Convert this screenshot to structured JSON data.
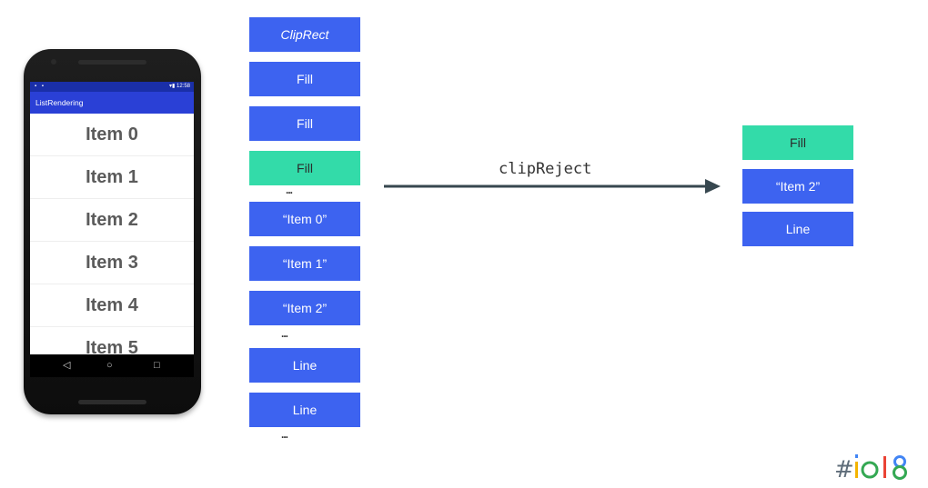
{
  "phone": {
    "status_time": "12:58",
    "app_title": "ListRendering",
    "list_items": [
      "Item 0",
      "Item 1",
      "Item 2",
      "Item 3",
      "Item 4",
      "Item 5"
    ],
    "nav": {
      "back": "◁",
      "home": "○",
      "recent": "□"
    }
  },
  "display_list": {
    "ops": [
      "ClipRect",
      "Fill",
      "Fill",
      "Fill",
      "“Item 0”",
      "“Item 1”",
      "“Item 2”",
      "Line",
      "Line"
    ],
    "ellipsis": "..."
  },
  "transform": {
    "label": "clipReject"
  },
  "result": {
    "ops": [
      "Fill",
      "“Item 2”",
      "Line"
    ]
  },
  "logo": {
    "text": "#io18"
  },
  "colors": {
    "op_blue": "#3d63f0",
    "op_green": "#33dba9",
    "app_bar": "#2a40d6",
    "status_bar": "#1a2fa8",
    "arrow": "#37474f"
  }
}
